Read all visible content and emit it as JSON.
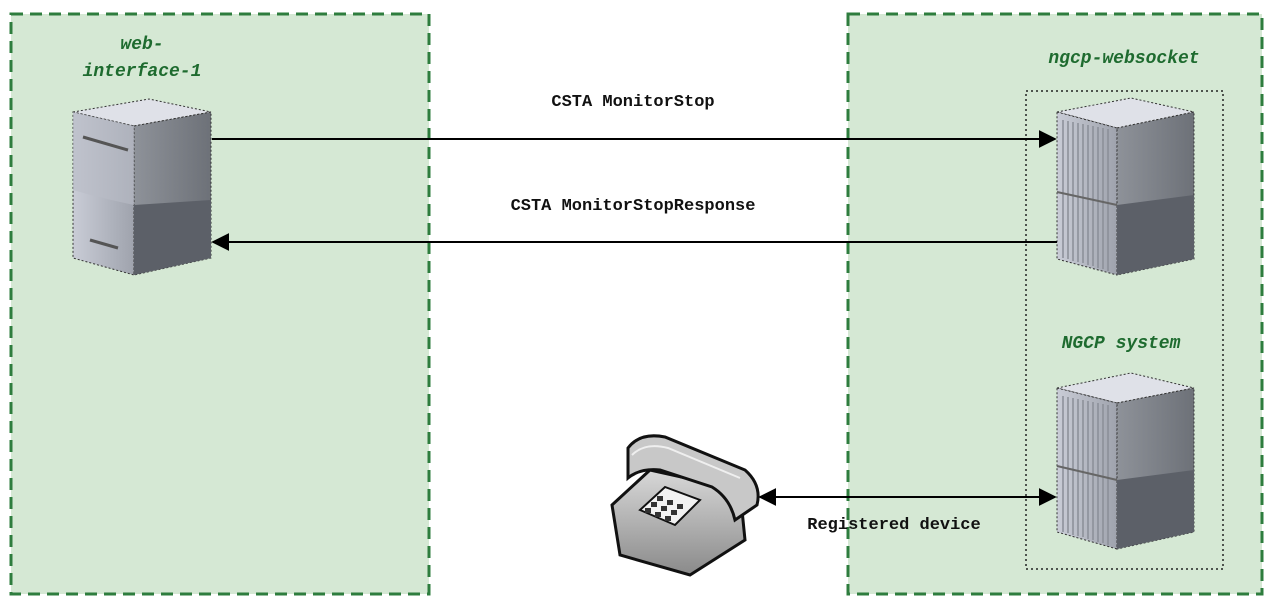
{
  "zones": {
    "left_title_line1": "web-",
    "left_title_line2": "interface-1",
    "right_title": "ngcp-websocket",
    "system_title": "NGCP system"
  },
  "messages": {
    "request": "CSTA MonitorStop",
    "response": "CSTA MonitorStopResponse",
    "device": "Registered device"
  },
  "colors": {
    "zone_fill": "#d5e8d4",
    "zone_border": "#2e7d3e",
    "label_green": "#1e6b2f",
    "arrow": "#000000"
  }
}
